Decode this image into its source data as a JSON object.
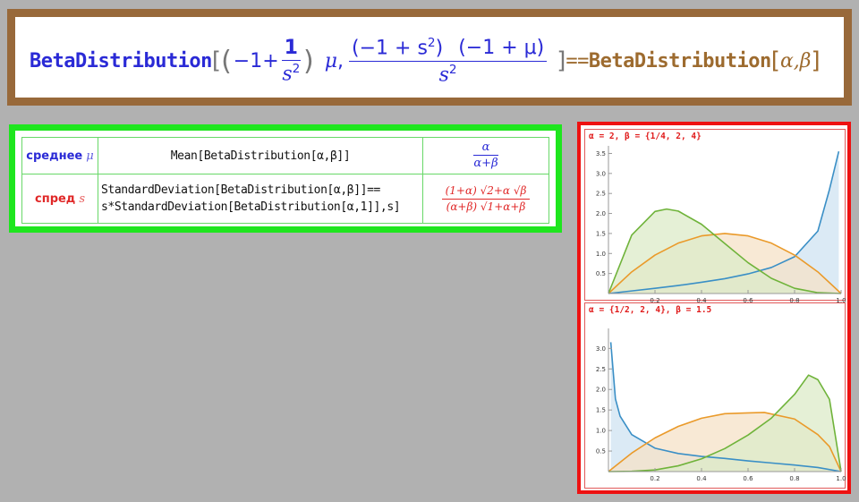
{
  "formula": {
    "lhs_head": "BetaDistribution",
    "arg1_open": "(",
    "arg1_pre": "−1+",
    "arg1_frac_num": "1",
    "arg1_frac_den": "s",
    "arg1_frac_den_exp": "2",
    "arg1_close": ")",
    "arg1_mu": "μ",
    "comma": ",",
    "arg2_num_a": "(−1 + s",
    "arg2_num_a_exp": "2",
    "arg2_num_a_close": ")",
    "arg2_num_b": "(−1 + μ)",
    "arg2_den": "s",
    "arg2_den_exp": "2",
    "equals": "==",
    "rhs_head": "BetaDistribution",
    "rhs_args": "α,β"
  },
  "table": {
    "rows": [
      {
        "label": "среднее",
        "symbol": "μ",
        "code_line1": "Mean[BetaDistribution[α,β]]",
        "code_line2": "",
        "result_num": "α",
        "result_den": "α+β"
      },
      {
        "label": "спред",
        "symbol": "s",
        "code_line1": "StandardDeviation[BetaDistribution[α,β]]==",
        "code_line2": "s*StandardDeviation[BetaDistribution[α,1]],s]",
        "result_num": "(1+α) √2+α √β",
        "result_den": "(α+β) √1+α+β"
      }
    ]
  },
  "chart_data": [
    {
      "type": "area",
      "title": "α = 2, β = {1/4, 2, 4}",
      "xlim": [
        0,
        1
      ],
      "ylim": [
        0,
        3.6
      ],
      "xticks": [
        "0.2",
        "0.4",
        "0.6",
        "0.8",
        "1.0"
      ],
      "yticks": [
        "0.5",
        "1.0",
        "1.5",
        "2.0",
        "2.5",
        "3.0",
        "3.5"
      ],
      "grid": false,
      "series": [
        {
          "params": {
            "alpha": 2,
            "beta": 0.25
          },
          "color": "#3a8fc6",
          "fill": "#cfe3f1",
          "x": [
            0.0,
            0.1,
            0.2,
            0.3,
            0.4,
            0.5,
            0.6,
            0.7,
            0.8,
            0.9,
            0.95,
            0.99
          ],
          "y": [
            0.0,
            0.064,
            0.13,
            0.2,
            0.28,
            0.37,
            0.49,
            0.65,
            0.92,
            1.56,
            2.6,
            3.55
          ]
        },
        {
          "params": {
            "alpha": 2,
            "beta": 2
          },
          "color": "#ea9a2a",
          "fill": "#f6e2c7",
          "x": [
            0.0,
            0.1,
            0.2,
            0.3,
            0.4,
            0.5,
            0.6,
            0.7,
            0.8,
            0.9,
            1.0
          ],
          "y": [
            0.0,
            0.54,
            0.96,
            1.26,
            1.44,
            1.5,
            1.44,
            1.26,
            0.96,
            0.54,
            0.0
          ]
        },
        {
          "params": {
            "alpha": 2,
            "beta": 4
          },
          "color": "#6fb33a",
          "fill": "#dcebc8",
          "x": [
            0.0,
            0.1,
            0.2,
            0.25,
            0.3,
            0.4,
            0.5,
            0.6,
            0.7,
            0.8,
            0.9,
            1.0
          ],
          "y": [
            0.0,
            1.46,
            2.05,
            2.11,
            2.06,
            1.73,
            1.25,
            0.77,
            0.38,
            0.13,
            0.02,
            0.0
          ]
        }
      ]
    },
    {
      "type": "area",
      "title": "α = {1/2, 2, 4}, β = 1.5",
      "xlim": [
        0,
        1
      ],
      "ylim": [
        0,
        3.4
      ],
      "xticks": [
        "0.2",
        "0.4",
        "0.6",
        "0.8",
        "1.0"
      ],
      "yticks": [
        "0.5",
        "1.0",
        "1.5",
        "2.0",
        "2.5",
        "3.0"
      ],
      "grid": false,
      "series": [
        {
          "params": {
            "alpha": 0.5,
            "beta": 1.5
          },
          "color": "#3a8fc6",
          "fill": "#cfe3f1",
          "x": [
            0.01,
            0.03,
            0.05,
            0.1,
            0.2,
            0.3,
            0.4,
            0.5,
            0.6,
            0.7,
            0.8,
            0.9,
            1.0
          ],
          "y": [
            3.15,
            1.77,
            1.35,
            0.9,
            0.57,
            0.44,
            0.37,
            0.32,
            0.26,
            0.21,
            0.16,
            0.1,
            0.0
          ]
        },
        {
          "params": {
            "alpha": 2,
            "beta": 1.5
          },
          "color": "#ea9a2a",
          "fill": "#f6e2c7",
          "x": [
            0.0,
            0.1,
            0.2,
            0.3,
            0.4,
            0.5,
            0.6,
            0.67,
            0.8,
            0.9,
            0.95,
            1.0
          ],
          "y": [
            0.0,
            0.45,
            0.82,
            1.1,
            1.3,
            1.41,
            1.43,
            1.44,
            1.28,
            0.9,
            0.61,
            0.0
          ]
        },
        {
          "params": {
            "alpha": 4,
            "beta": 1.5
          },
          "color": "#6fb33a",
          "fill": "#dcebc8",
          "x": [
            0.0,
            0.1,
            0.2,
            0.3,
            0.4,
            0.5,
            0.6,
            0.7,
            0.8,
            0.86,
            0.9,
            0.95,
            1.0
          ],
          "y": [
            0.0,
            0.006,
            0.04,
            0.14,
            0.31,
            0.56,
            0.89,
            1.3,
            1.88,
            2.35,
            2.24,
            1.76,
            0.0
          ]
        }
      ]
    }
  ]
}
